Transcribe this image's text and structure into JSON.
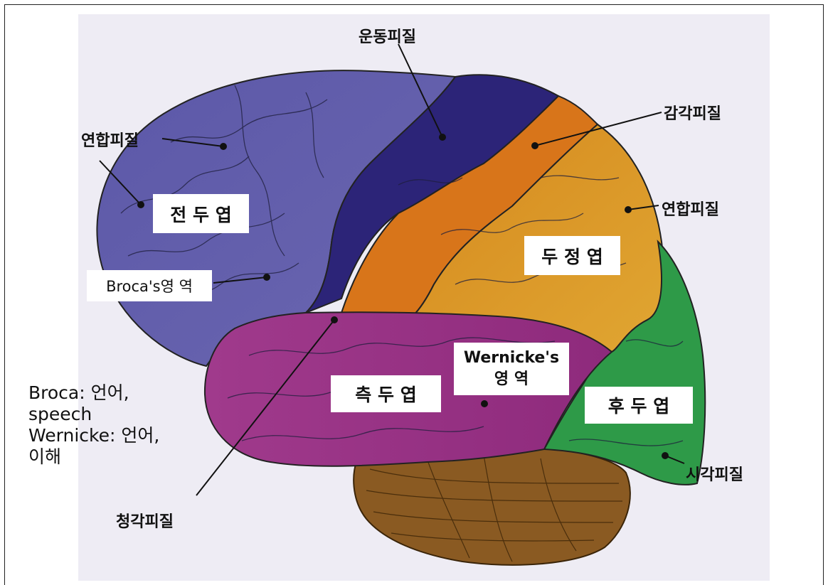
{
  "labels": {
    "motor_cortex": "운동피질",
    "sensory_cortex": "감각피질",
    "association_cortex_left": "연합피질",
    "association_cortex_right": "연합피질",
    "visual_cortex": "시각피질",
    "auditory_cortex": "청각피질"
  },
  "lobes": {
    "frontal": "전 두 엽",
    "parietal": "두 정 엽",
    "temporal": "측 두 엽",
    "occipital": "후 두 엽"
  },
  "areas": {
    "broca": "Broca's영 역",
    "wernicke_line1": "Wernicke's",
    "wernicke_line2": "영 역"
  },
  "note": {
    "line1": "Broca: 언어,",
    "line2": "speech",
    "line3": "Wernicke: 언어,",
    "line4": "이해"
  },
  "colors": {
    "frontal": "#5e5aa8",
    "motor": "#2c2478",
    "sensory": "#d8751a",
    "parietal": "#dca02a",
    "temporal": "#a8388c",
    "occipital": "#2e9a48",
    "cerebellum": "#8a5a22",
    "background": "#eeecf4"
  }
}
